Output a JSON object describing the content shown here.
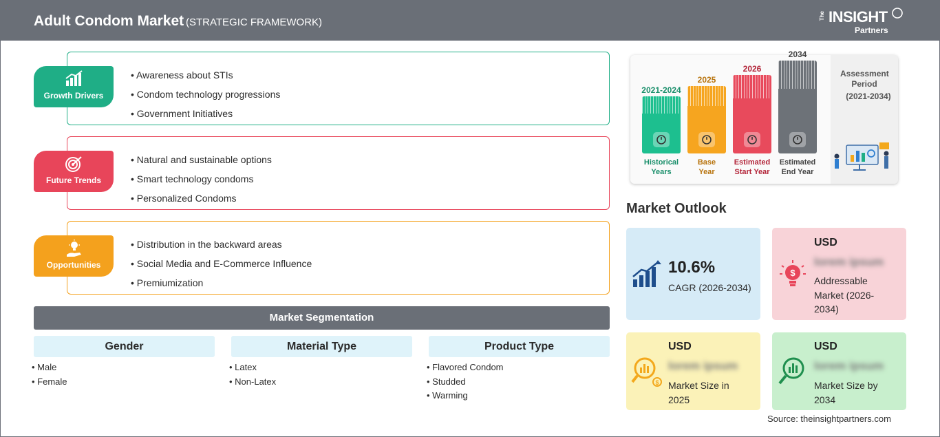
{
  "header": {
    "title": "Adult Condom Market",
    "subtitle": "(STRATEGIC FRAMEWORK)",
    "logo": {
      "the": "The",
      "main": "INSIGHT",
      "partners": "Partners"
    }
  },
  "framework": {
    "growth_drivers": {
      "label": "Growth Drivers",
      "color": "#1fae86",
      "items": [
        "Awareness about STIs",
        "Condom technology progressions",
        "Government Initiatives"
      ]
    },
    "future_trends": {
      "label": "Future Trends",
      "color": "#e8455a",
      "items": [
        "Natural and sustainable options",
        "Smart technology condoms",
        "Personalized Condoms"
      ]
    },
    "opportunities": {
      "label": "Opportunities",
      "color": "#f4a11d",
      "items": [
        "Distribution in the backward areas",
        "Social Media and E-Commerce Influence",
        "Premiumization"
      ]
    }
  },
  "segmentation": {
    "title": "Market Segmentation",
    "columns": [
      {
        "header": "Gender",
        "items": [
          "Male",
          "Female"
        ]
      },
      {
        "header": "Material Type",
        "items": [
          "Latex",
          "Non-Latex"
        ]
      },
      {
        "header": "Product Type",
        "items": [
          "Flavored Condom",
          "Studded",
          "Warming"
        ]
      }
    ]
  },
  "assessment": {
    "title": "Assessment Period",
    "range": "(2021-2034)",
    "bars": [
      {
        "year": "2021-2024",
        "label_line1": "Historical",
        "label_line2": "Years",
        "color": "#1dbf8f",
        "text_color": "#1a8f6b",
        "height_ratio": 0.55
      },
      {
        "year": "2025",
        "label_line1": "Base",
        "label_line2": "Year",
        "color": "#f6a51f",
        "text_color": "#b8740e",
        "height_ratio": 0.65
      },
      {
        "year": "2026",
        "label_line1": "Estimated",
        "label_line2": "Start Year",
        "color": "#e84a5c",
        "text_color": "#b3263a",
        "height_ratio": 0.76
      },
      {
        "year": "2034",
        "label_line1": "Estimated",
        "label_line2": "End Year",
        "color": "#6d7278",
        "text_color": "#444444",
        "height_ratio": 0.9
      }
    ]
  },
  "outlook": {
    "title": "Market Outlook",
    "cagr": {
      "value": "10.6%",
      "label": "CAGR (2026-2034)",
      "bg": "#d6ebf7"
    },
    "addressable": {
      "usd": "USD",
      "value": "lorem ipsum",
      "line1": "Addressable",
      "line2": "Market (2026-",
      "line3": "2034)",
      "bg": "#f8d3d8"
    },
    "size_2025": {
      "usd": "USD",
      "value": "lorem ipsum",
      "line1": "Market Size in",
      "line2": "2025",
      "bg": "#fbf2b8"
    },
    "size_2034": {
      "usd": "USD",
      "value": "lorem ipsum",
      "line1": "Market Size by",
      "line2": "2034",
      "bg": "#c8efcd"
    }
  },
  "source": "Source: theinsightpartners.com"
}
